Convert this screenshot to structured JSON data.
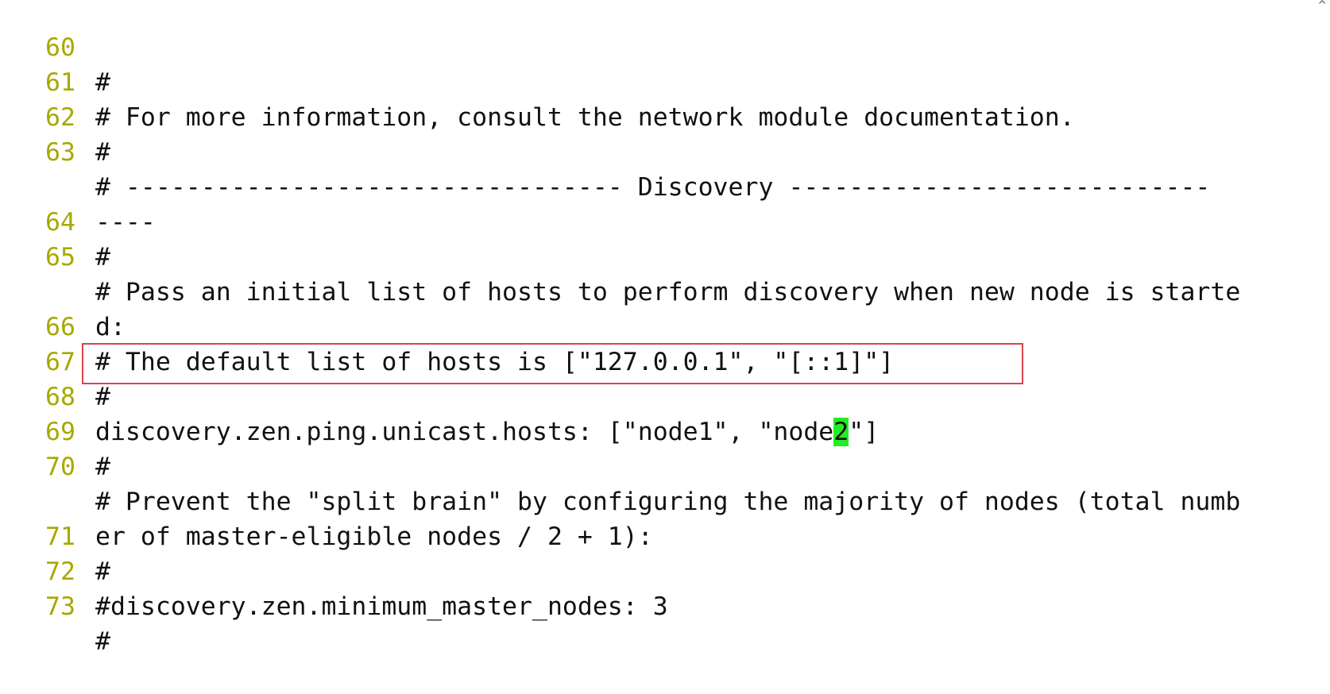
{
  "editor": {
    "lines": [
      {
        "num": "60",
        "text": "#"
      },
      {
        "num": "61",
        "text": "# For more information, consult the network module documentation."
      },
      {
        "num": "62",
        "text": "#"
      },
      {
        "num": "63",
        "text": "# --------------------------------- Discovery ----------------------------"
      },
      {
        "num": "",
        "text": "----"
      },
      {
        "num": "64",
        "text": "#"
      },
      {
        "num": "65",
        "text": "# Pass an initial list of hosts to perform discovery when new node is starte"
      },
      {
        "num": "",
        "text": "d:"
      },
      {
        "num": "66",
        "text": "# The default list of hosts is [\"127.0.0.1\", \"[::1]\"]"
      },
      {
        "num": "67",
        "text": "#"
      },
      {
        "num": "68",
        "text_before_cursor": "discovery.zen.ping.unicast.hosts: [\"node1\", \"node",
        "cursor_char": "2",
        "text_after_cursor": "\"]"
      },
      {
        "num": "69",
        "text": "#"
      },
      {
        "num": "70",
        "text": "# Prevent the \"split brain\" by configuring the majority of nodes (total numb"
      },
      {
        "num": "",
        "text": "er of master-eligible nodes / 2 + 1):"
      },
      {
        "num": "71",
        "text": "#"
      },
      {
        "num": "72",
        "text": "#discovery.zen.minimum_master_nodes: 3"
      },
      {
        "num": "73",
        "text": "#"
      }
    ]
  },
  "scrollbar": {
    "up_arrow": "^"
  },
  "colors": {
    "line_number": "#a8a800",
    "text": "#111111",
    "cursor_highlight": "#22ee22",
    "annotation_box": "#d9434f"
  }
}
